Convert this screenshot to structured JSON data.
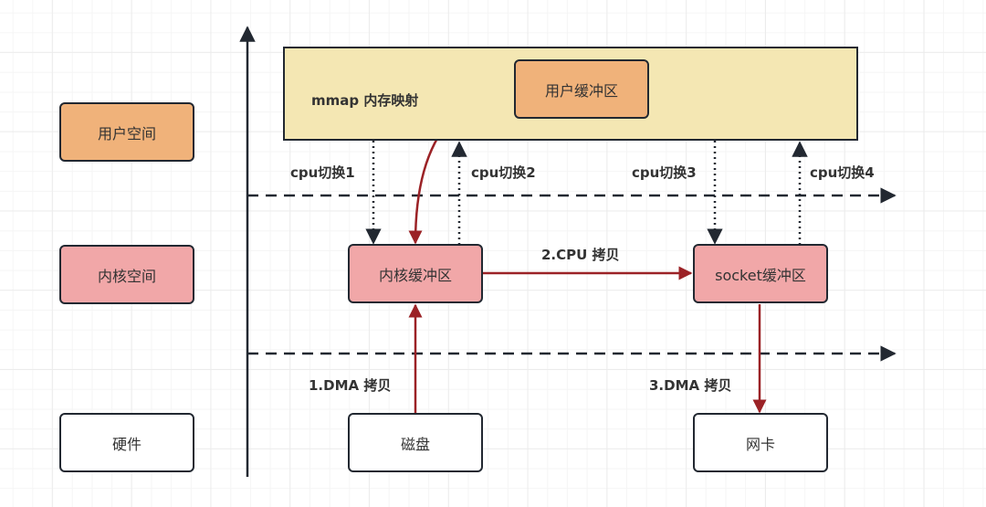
{
  "layers": {
    "user_space": "用户空间",
    "kernel_space": "内核空间",
    "hardware": "硬件"
  },
  "mmap_region": {
    "title": "mmap 内存映射"
  },
  "nodes": {
    "user_buffer": "用户缓冲区",
    "kernel_buffer": "内核缓冲区",
    "socket_buffer": "socket缓冲区",
    "disk": "磁盘",
    "nic": "网卡"
  },
  "edges": {
    "dma_copy_1": "1.DMA 拷贝",
    "cpu_copy_2": "2.CPU 拷贝",
    "dma_copy_3": "3.DMA 拷贝"
  },
  "context_switches": {
    "switch_1": "cpu切换1",
    "switch_2": "cpu切换2",
    "switch_3": "cpu切换3",
    "switch_4": "cpu切换4"
  },
  "colors": {
    "user_space": "#f0b27a",
    "kernel_space": "#f1a7a8",
    "mmap_region": "#f4e7b3",
    "data_arrow": "#9b2226",
    "line": "#222831"
  }
}
